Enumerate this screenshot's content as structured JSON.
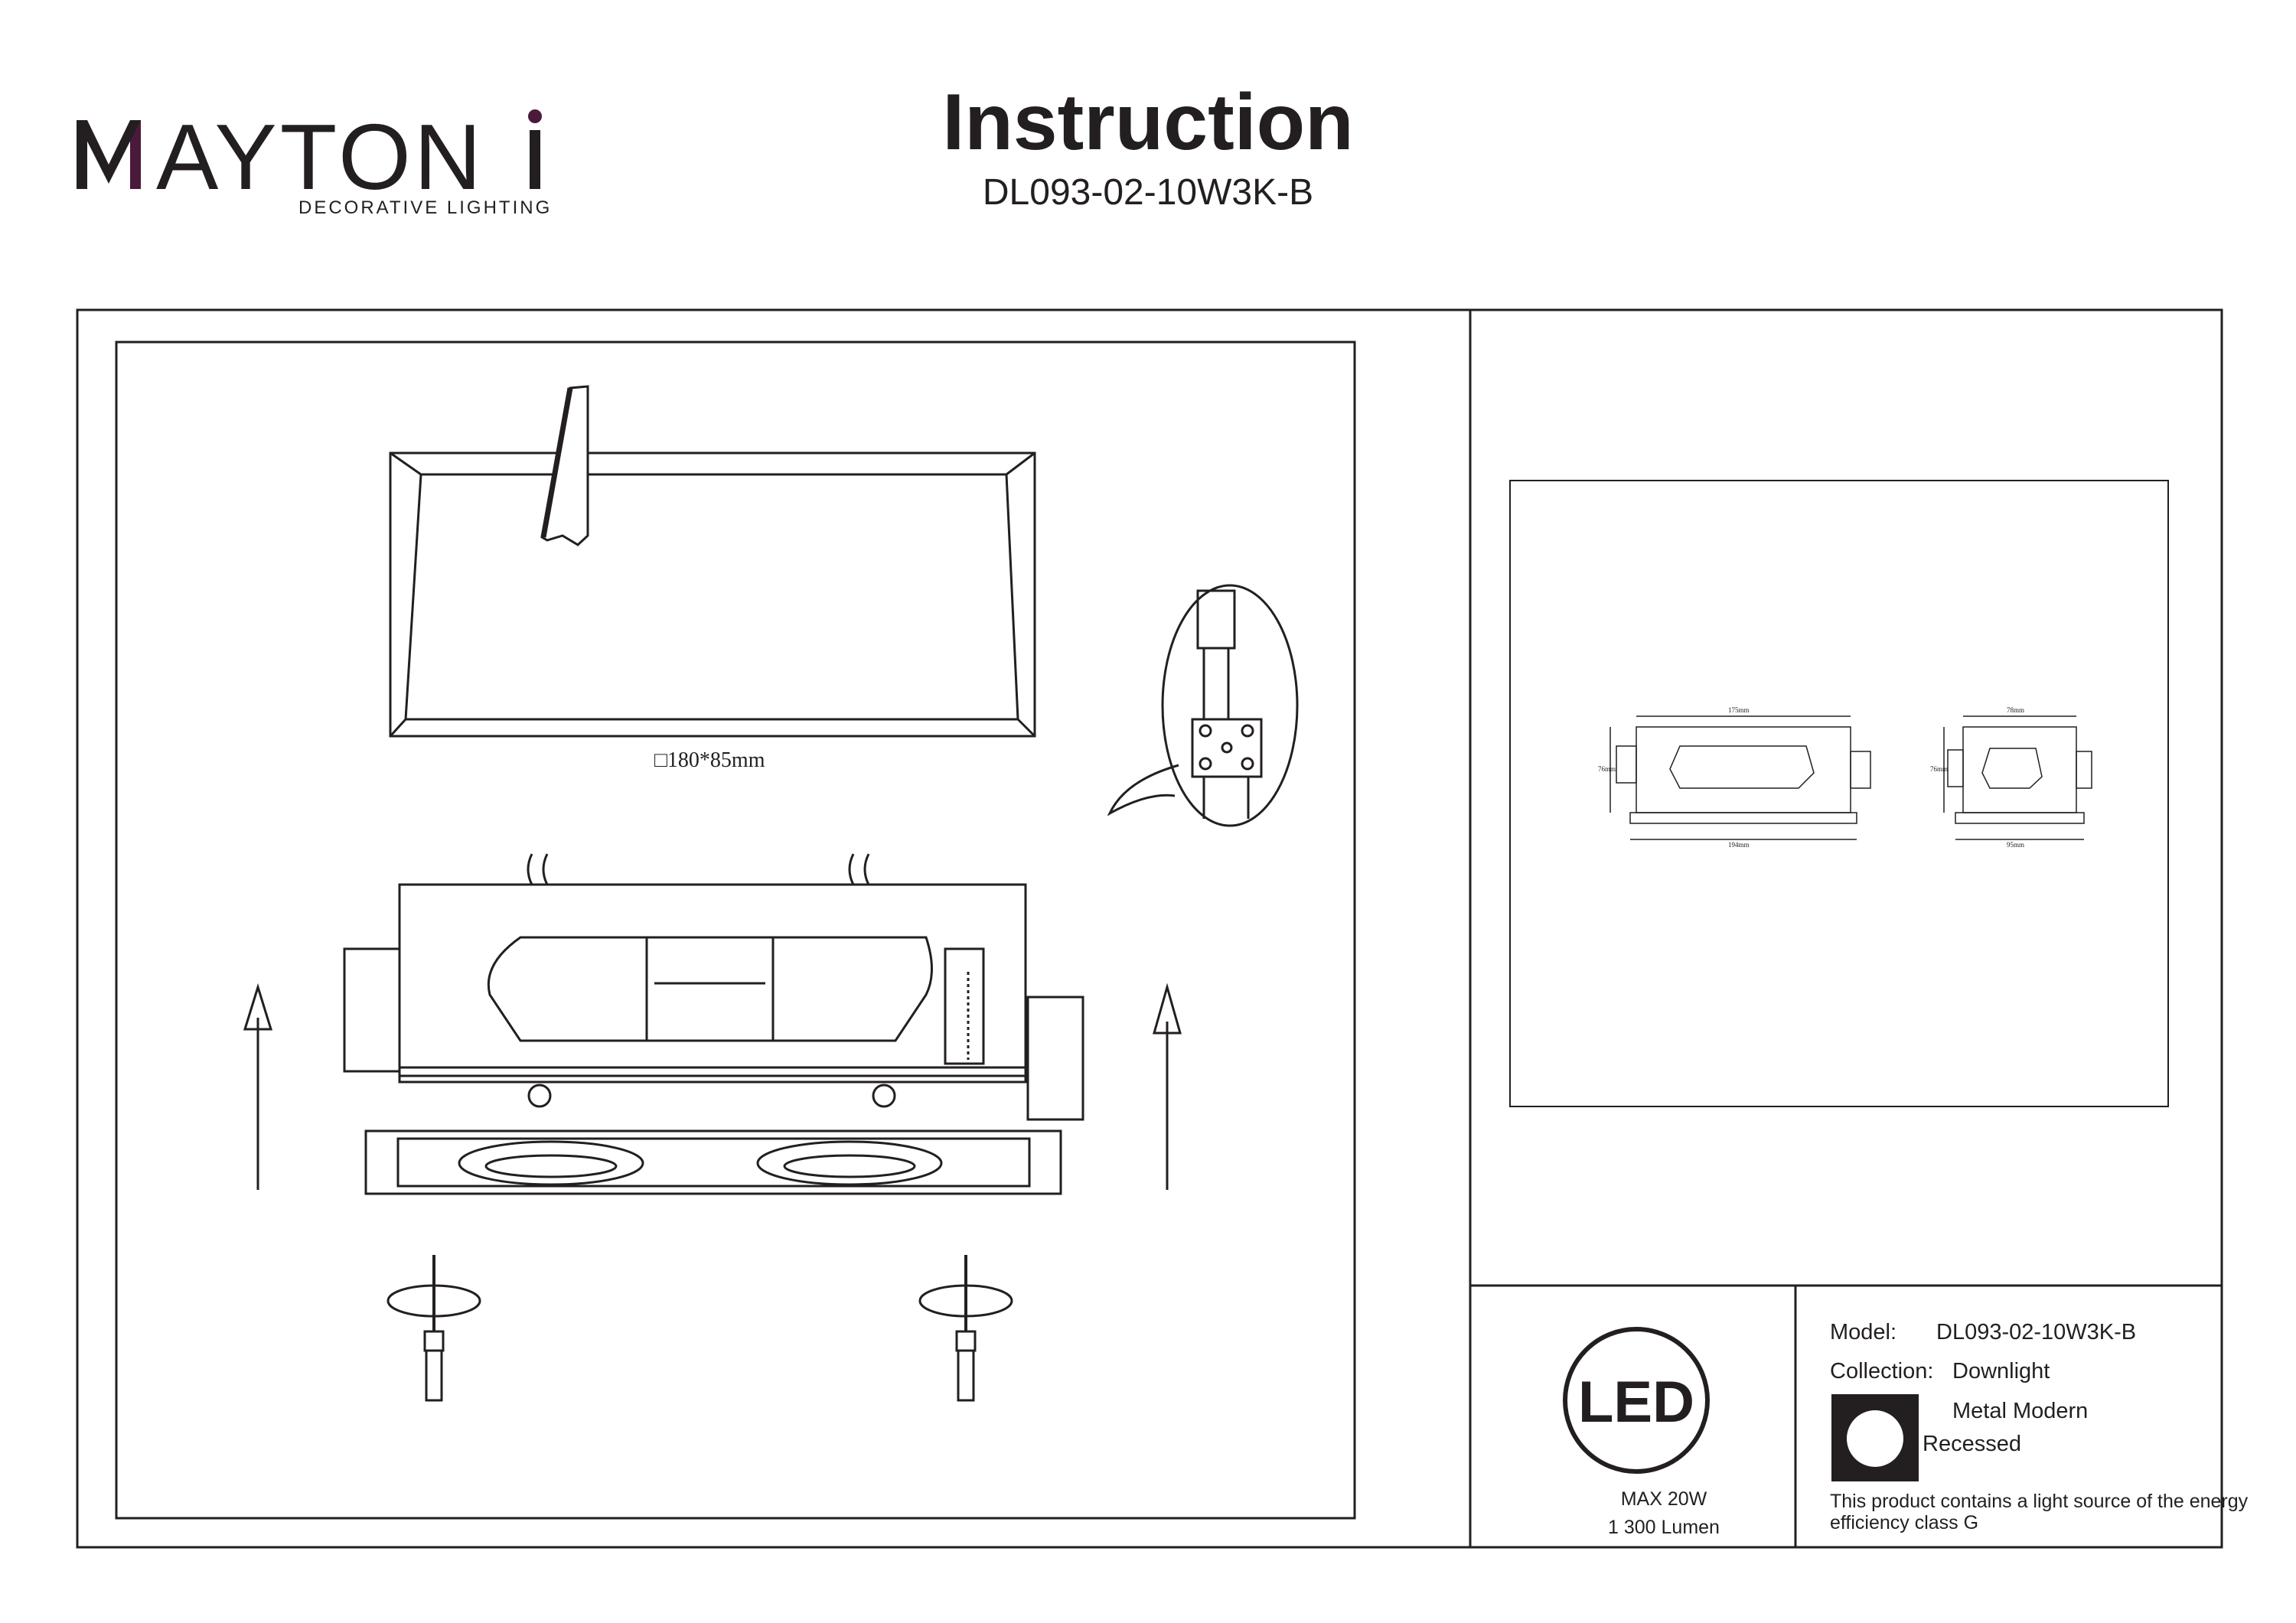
{
  "brand": {
    "name": "MAYTONI",
    "tagline": "DECORATIVE LIGHTING",
    "accent_color": "#4b1a3b"
  },
  "header": {
    "title": "Instruction",
    "model_code": "DL093-02-10W3K-B"
  },
  "installation": {
    "cutout_label": "□180*85mm",
    "icons": [
      "saw-icon",
      "wire-connector-icon",
      "screwdriver-icon",
      "rotation-arrow-icon",
      "up-arrow-icon"
    ]
  },
  "dimensions": {
    "front_top": "175mm",
    "front_bottom": "194mm",
    "front_height": "76mm",
    "side_top": "78mm",
    "side_bottom": "95mm",
    "side_height": "76mm"
  },
  "led_panel": {
    "logo_text": "LED",
    "max_power": "MAX 20W",
    "lumen": "1 300 Lumen"
  },
  "specs": {
    "model_label": "Model:",
    "model_value": "DL093-02-10W3K-B",
    "collection_label": "Collection:",
    "collection_value": "Downlight",
    "style_value": "Metal Modern",
    "mount_value": "Recessed",
    "energy_text": "This product contains a light source of the energy efficiency class G"
  }
}
